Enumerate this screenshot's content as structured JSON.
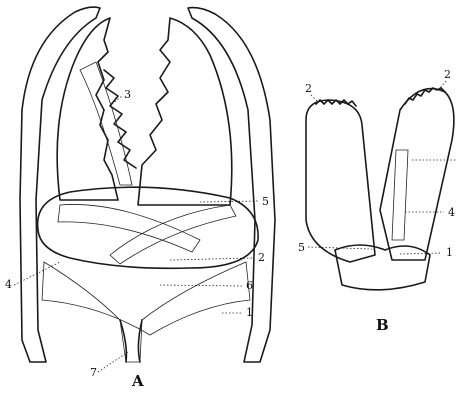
{
  "figure": {
    "panel_a": {
      "letter": "A",
      "labels": {
        "l3": "3",
        "l5": "5",
        "l2": "2",
        "l6": "6",
        "l1": "1",
        "l4": "4",
        "l7": "7"
      }
    },
    "panel_b": {
      "letter": "B",
      "labels": {
        "l2a": "2",
        "l2b": "2",
        "l4": "4",
        "l5": "5",
        "l1": "1"
      }
    }
  }
}
